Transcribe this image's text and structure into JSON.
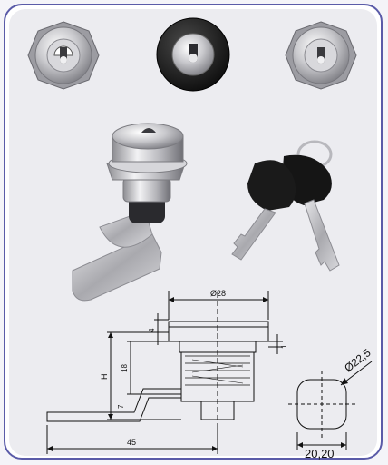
{
  "dimensions": {
    "diameter_flange": "Ø28",
    "height": "H",
    "flange_thickness": "4",
    "gap": "1",
    "body_length": "18",
    "cam_offset": "7",
    "cam_length": "45",
    "cutout_diameter": "Ø22,5",
    "cutout_flat": "20,20"
  },
  "colors": {
    "frame_border": "#5a5ba8",
    "chrome": "#c8c8cc",
    "black_cover": "#1c1c1c",
    "key_black": "#151515"
  }
}
